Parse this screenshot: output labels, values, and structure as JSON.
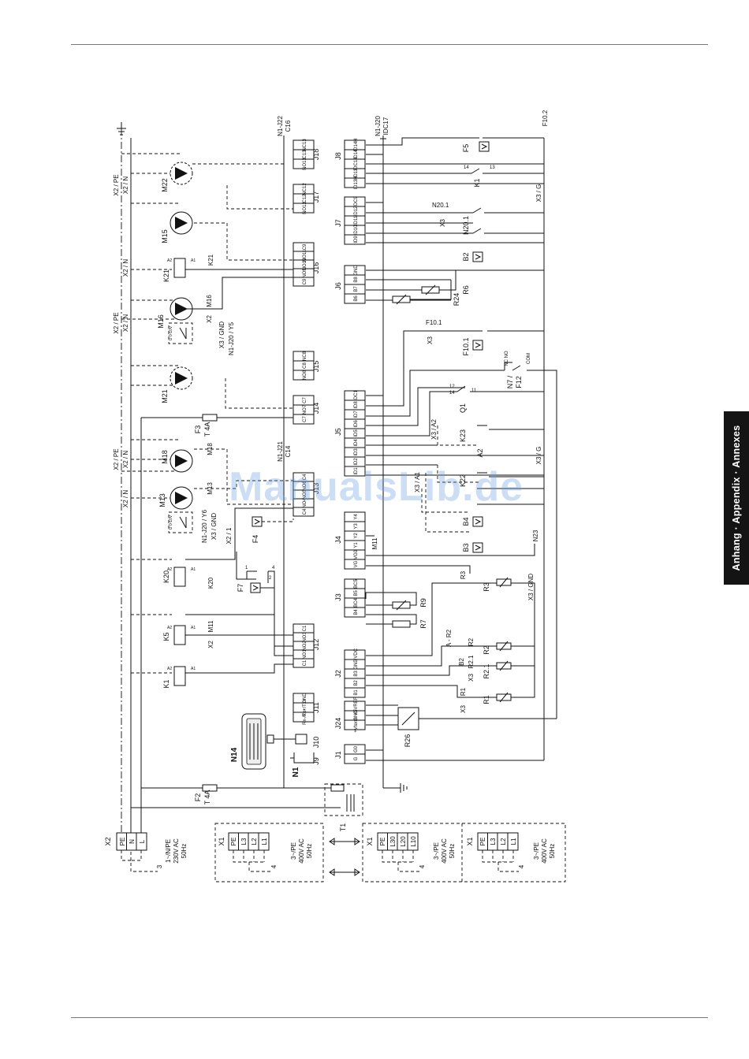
{
  "side_tab": {
    "label": "Anhang · Appendix · Annexes"
  },
  "watermark": {
    "text": "ManualsLib.de"
  },
  "supply_1": {
    "terminal": "X2",
    "pins": [
      "PE",
      "N",
      "L"
    ],
    "spec": [
      "1~/N/PE",
      "230V AC",
      "50Hz"
    ],
    "ref": "3"
  },
  "supply_2": {
    "terminal": "X1",
    "pins": [
      "PE",
      "L3",
      "L2",
      "L1"
    ],
    "spec": [
      "3~/PE",
      "400V AC",
      "50Hz"
    ],
    "ref": "4"
  },
  "supply_3": {
    "terminal": "X1",
    "pins": [
      "PE",
      "L30",
      "L20",
      "L10"
    ],
    "spec": [
      "3~/PE",
      "400V AC",
      "50Hz"
    ],
    "ref": "4"
  },
  "supply_4": {
    "terminal": "X1",
    "pins": [
      "PE",
      "L3",
      "L2",
      "L1"
    ],
    "spec": [
      "3~/PE",
      "400V AC",
      "50Hz"
    ],
    "ref": "4"
  },
  "transformer": "T1",
  "fuses": {
    "f2": "F2",
    "f2_rating": "T 4A",
    "f3": "F3",
    "f3_rating": "T 4A"
  },
  "controller": {
    "label": "N1",
    "display": "N14"
  },
  "connectors": {
    "j1": {
      "name": "J1",
      "pins": [
        "G",
        "G0"
      ]
    },
    "j24": {
      "name": "J24",
      "pins": [
        "+Vterm",
        "GND",
        "+5VREF"
      ]
    },
    "j2": {
      "name": "J2",
      "pins": [
        "B1",
        "B2",
        "B3",
        "GND",
        "+VDC"
      ]
    },
    "j3": {
      "name": "J3",
      "pins": [
        "B4",
        "BC4",
        "B5",
        "BC5"
      ]
    },
    "j4": {
      "name": "J4",
      "pins": [
        "VG",
        "VG0",
        "Y1",
        "Y2",
        "Y3",
        "Y4"
      ]
    },
    "j5": {
      "name": "J5",
      "pins": [
        "ID1",
        "ID2",
        "ID3",
        "ID4",
        "ID5",
        "ID6",
        "ID7",
        "ID8",
        "IDC1"
      ]
    },
    "j6": {
      "name": "J6",
      "pins": [
        "B6",
        "B7",
        "B8",
        "GND"
      ]
    },
    "j7": {
      "name": "J7",
      "pins": [
        "ID9",
        "ID10",
        "ID11",
        "ID12",
        "IDC9"
      ]
    },
    "j8": {
      "name": "J8",
      "pins": [
        "ID13H",
        "ID13",
        "IDC13",
        "ID14",
        "ID14H"
      ]
    },
    "j9": {
      "name": "J9"
    },
    "j10": {
      "name": "J10"
    },
    "j11": {
      "name": "J11",
      "pins": [
        "Rx-/Tx-",
        "Rx+/Tx+",
        "GND"
      ]
    },
    "j12": {
      "name": "J12",
      "pins": [
        "C1",
        "NO1",
        "NO2",
        "NO3",
        "C1"
      ]
    },
    "j13": {
      "name": "J13",
      "pins": [
        "C4",
        "NO4",
        "NO5",
        "NO6",
        "C4"
      ]
    },
    "j14": {
      "name": "J14",
      "pins": [
        "C7",
        "NO7",
        "C7"
      ]
    },
    "j15": {
      "name": "J15",
      "pins": [
        "NO8",
        "C8",
        "NC8"
      ]
    },
    "j16": {
      "name": "J16",
      "pins": [
        "C9",
        "NO9",
        "NO10",
        "NO11",
        "C9"
      ]
    },
    "j17": {
      "name": "J17",
      "pins": [
        "NO12",
        "C12",
        "NC12"
      ]
    },
    "j18": {
      "name": "J18",
      "pins": [
        "NO13",
        "C13",
        "NC13"
      ]
    }
  },
  "labels": {
    "n1_j22": "N1-J22",
    "c16": "C16",
    "n1_j20_top": "N1-J20",
    "idc17": "IDC17",
    "f10_2": "F10.2",
    "n1_j21": "N1-J21",
    "c14": "C14",
    "x2_pe": "X2 / PE",
    "x2_n": "X2 / N",
    "x2": "X2",
    "x2_1": "X2 / 1",
    "x3_g": "X3 / G",
    "x3_gnd": "X3 / GND",
    "x3": "X3",
    "x3_a1": "X3 / A1",
    "x3_a2": "X3 / A2",
    "n1_j20_y5": "N1-J20 / Y5",
    "n1_j20_y6": "N1-J20 / Y6",
    "m22": "M22",
    "m15": "M15",
    "m16": "M16",
    "m21": "M21",
    "m18": "M18",
    "m13": "M13",
    "m11": "M11",
    "k21": "K21",
    "k20": "K20",
    "k5": "K5",
    "k1": "K1",
    "k22": "K22",
    "k23": "K23",
    "f5": "F5",
    "f4": "F4",
    "f7": "F7",
    "f10_1": "F10.1",
    "f12": "F12",
    "n20_1": "N20.1",
    "n7": "N7 /",
    "n23": "N23",
    "b2": "B2",
    "b3": "B3",
    "b4": "B4",
    "b2r": "B2",
    "a_r2": "A - R2",
    "q1": "Q1",
    "a2": "A2",
    "r1": "R1",
    "r2": "R2",
    "r2_1": "R2.1",
    "r3": "R3",
    "r6": "R6",
    "r7": "R7",
    "r9": "R9",
    "r24": "R24",
    "r26": "R26",
    "u_0_10v": "U 0-10V",
    "nc_no": "NC NO",
    "com": "COM",
    "pin_1": "1",
    "pin_2": "2",
    "pin_4": "4",
    "pin_11": "11",
    "pin_12": "12",
    "pin_13": "13",
    "pin_14": "14",
    "a1": "A1",
    "a2_coil": "A2"
  }
}
